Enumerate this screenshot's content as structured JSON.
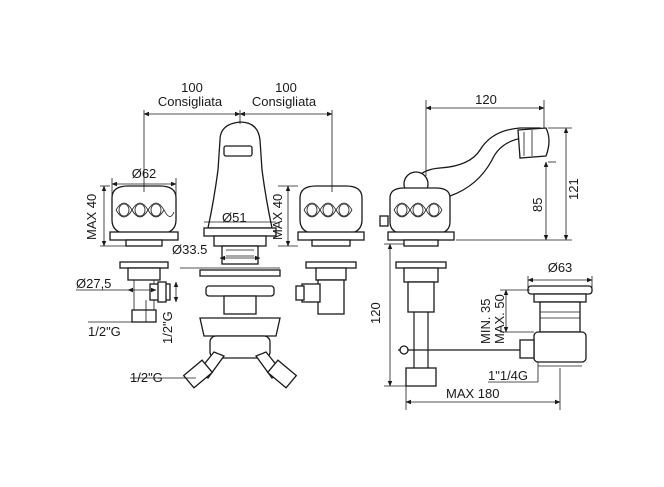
{
  "dimensions": {
    "spacing_left": "100",
    "spacing_left_note": "Consigliata",
    "spacing_right": "100",
    "spacing_right_note": "Consigliata",
    "knob_diameter": "Ø62",
    "spout_diameter": "Ø51",
    "body_diameter": "Ø33.5",
    "outlet_diameter": "Ø27,5",
    "max_40_left": "MAX 40",
    "max_40_mid": "MAX 40",
    "thread_half_left": "1/2\"G",
    "thread_half_vertical": "1/2\"G",
    "thread_half_bottom": "1/2\"G",
    "spout_reach": "120",
    "height_121": "121",
    "height_85": "85",
    "height_120": "120",
    "waste_diameter": "Ø63",
    "min_35": "MIN. 35",
    "max_50": "MAX. 50",
    "waste_thread": "1\"1/4G",
    "max_180": "MAX 180"
  }
}
